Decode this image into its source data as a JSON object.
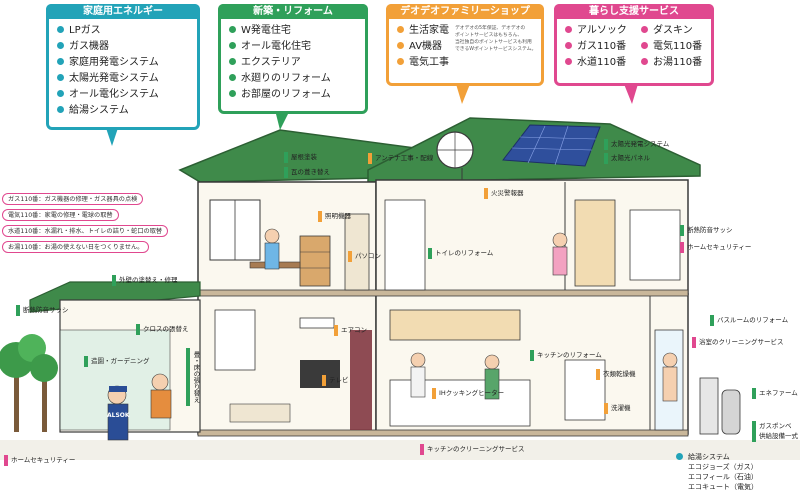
{
  "categories": {
    "home_energy": {
      "title": "家庭用エネルギー",
      "color": "#22a3b8",
      "items": [
        "LPガス",
        "ガス機器",
        "家庭用発電システム",
        "太陽光発電システム",
        "オール電化システム",
        "給湯システム"
      ]
    },
    "new_build_reform": {
      "title": "新築・リフォーム",
      "color": "#2fa05a",
      "items": [
        "W発電住宅",
        "オール電化住宅",
        "エクステリア",
        "水廻りのリフォーム",
        "お部屋のリフォーム"
      ]
    },
    "family_shop": {
      "title": "デオデオファミリーショップ",
      "color": "#f2a038",
      "items": [
        "生活家電",
        "AV機器",
        "電気工事"
      ],
      "note_lines": [
        "デオデオの5年保証、デオデオの",
        "ポイントサービスはもちろん、",
        "当社独自のポイントサービスも利用",
        "できるWポイントサービスシステム。"
      ]
    },
    "life_support": {
      "title": "暮らし支援サービス",
      "color": "#e0488f",
      "items_left": [
        "アルソック",
        "ガス110番",
        "水道110番"
      ],
      "items_right": [
        "ダスキン",
        "電気110番",
        "お湯110番"
      ]
    }
  },
  "side_services": [
    "ガス110番：ガス機器の修理・ガス器具の点検",
    "電気110番：家電の修理・電球の取替",
    "水道110番：水漏れ・排水、トイレの詰り・蛇口の取替",
    "お湯110番：お湯の使えない日をつくりません。"
  ],
  "labels": {
    "roof_paint": "屋根塗装",
    "roof_tile": "瓦の葺き替え",
    "antenna": "アンテナ工事・配線",
    "solar_system": "太陽光発電システム",
    "solar_panel": "太陽光パネル",
    "fire_alarm": "火災警報器",
    "lighting": "照明機器",
    "pc": "パソコン",
    "toilet_reform": "トイレのリフォーム",
    "security_sash_upper": "断熱防音サッシ",
    "home_security_upper": "ホームセキュリティー",
    "exterior_paint": "外壁の塗替え・修理",
    "security_sash_lower": "断熱防音サッシ",
    "cross_wall": "クロスの張替え",
    "aircon": "エアコン",
    "bath_reform": "バスルームのリフォーム",
    "bath_cleaning": "浴室のクリーニングサービス",
    "kitchen_reform": "キッチンのリフォーム",
    "landscaping": "造園・ガーデニング",
    "tatami": "畳・床の張り替え",
    "tv": "テレビ",
    "ih_heater": "IHクッキングヒーター",
    "dryer": "衣類乾燥機",
    "washer": "洗濯機",
    "ene_farm": "エネファーム",
    "gas_heatpump": "ガスポンベ",
    "gas_supply": "供給設備一式",
    "home_security_lower": "ホームセキュリティー",
    "kitchen_cleaning": "キッチンのクリーニングサービス"
  },
  "hot_water": {
    "title": "給湯システム",
    "items": [
      "エコジョーズ（ガス）",
      "エコフィール（石油）",
      "エコキュート（電気）"
    ]
  },
  "guard_badge": "ALSOK",
  "colors": {
    "teal": "#22a3b8",
    "green": "#2fa05a",
    "orange": "#f2a038",
    "pink": "#e0488f",
    "roof": "#3f8a4a",
    "wall": "#fbf8ef",
    "outline": "#3a3a3a"
  }
}
